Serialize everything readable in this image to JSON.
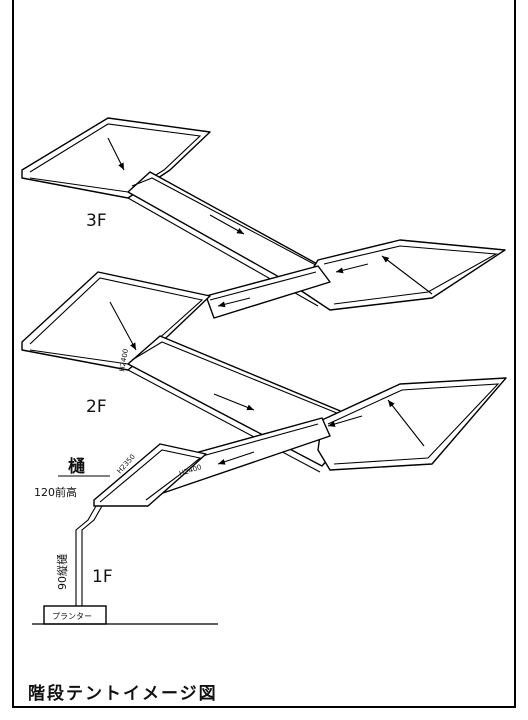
{
  "diagram": {
    "caption": "階段テントイメージ図",
    "floors": {
      "f3": "3F",
      "f2": "2F",
      "f1": "1F"
    },
    "labels": {
      "gutter": "樋",
      "front_height": "120前高",
      "downpipe": "90縦樋",
      "planter": "プランター",
      "h2400_upper": "H2400",
      "h2350": "H2350",
      "h2400_lower": "H2400"
    }
  }
}
